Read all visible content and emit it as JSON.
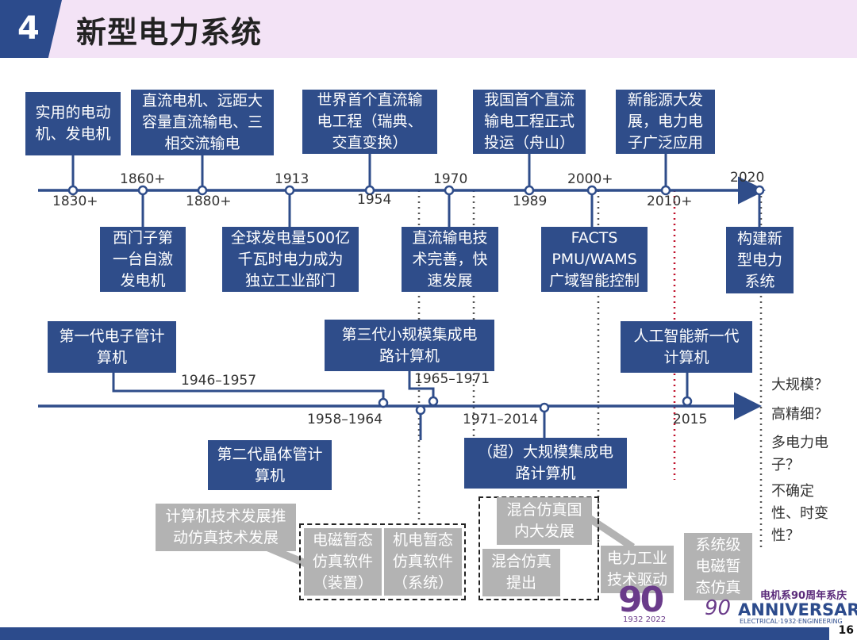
{
  "header": {
    "number": "4",
    "title": "新型电力系统"
  },
  "timeline1": {
    "top_boxes": [
      "实用的电动\n机、发电机",
      "直流电机、远距大\n容量直流输电、三\n相交流输电",
      "世界首个直流输\n电工程（瑞典、\n交直变换）",
      "我国首个直流\n输电工程正式\n投运（舟山）",
      "新能源大发\n展，电力电\n子广泛应用"
    ],
    "bottom_boxes": [
      "西门子第\n一台自激\n发电机",
      "全球发电量500亿\n千瓦时电力成为\n独立工业部门",
      "直流输电技\n术完善，快\n速发展",
      "FACTS\nPMU/WAMS\n广域智能控制",
      "构建新\n型电力\n系统"
    ],
    "years": [
      "1830+",
      "1860+",
      "1880+",
      "1913",
      "1954",
      "1970",
      "1989",
      "2000+",
      "2010+",
      "2020"
    ]
  },
  "timeline2": {
    "boxes": [
      "第一代电子管计\n算机",
      "第三代小规模集成电\n路计算机",
      "人工智能新一代\n计算机",
      "第二代晶体管计\n算机",
      "（超）大规模集成电\n路计算机"
    ],
    "periods": [
      "1946–1957",
      "1958–1964",
      "1965–1971",
      "1971–2014",
      "2015"
    ]
  },
  "questions": [
    "大规模？",
    "高精细？",
    "多电力电\n子？",
    "不确定\n性、时变\n性？"
  ],
  "sim": {
    "left_label": "计算机技术发展推\n动仿真技术发展",
    "em_transient": "电磁暂态\n仿真软件\n（装置）",
    "em_mech": "机电暂态\n仿真软件\n（系统）",
    "hybrid_domestic": "混合仿真国\n内大发展",
    "hybrid_proposed": "混合仿真\n提出",
    "power_industry": "电力工业\n技术驱动",
    "system_level": "系统级\n电磁暂\n态仿真"
  },
  "logo": {
    "line1": "电机系90周年系庆",
    "line2": "ANNIVERSARY",
    "line3": "ELECTRICAL·1932·ENGINEERING",
    "big": "90",
    "years": "1932 2022"
  },
  "page_number": "16",
  "colors": {
    "navy": "#2f4d8a",
    "gray_box": "#b3b3b3",
    "header_bg": "#f3e3f6",
    "red_dotted": "#c0102a"
  }
}
